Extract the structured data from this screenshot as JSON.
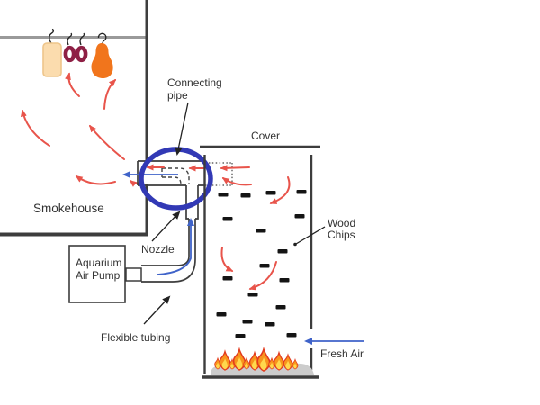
{
  "labels": {
    "smokehouse": "Smokehouse",
    "connecting_pipe": "Connecting\npipe",
    "cover": "Cover",
    "wood_chips": "Wood\nChips",
    "nozzle": "Nozzle",
    "air_pump": "Aquarium\nAir Pump",
    "flexible_tubing": "Flexible tubing",
    "fresh_air": "Fresh Air"
  },
  "colors": {
    "smoke_arrow": "#e8544b",
    "air_arrow": "#3f63c9",
    "highlight_circle": "#3239b5",
    "structure_line": "#3d3d3d",
    "hanging_rod": "#9a9a9a",
    "meat_slab": "#fbdcae",
    "meat_slab_border": "#eec58a",
    "sausage_ring": "#8e2045",
    "ham": "#f1751c",
    "wood_chip": "#141414",
    "flame_outline": "#e23a1e",
    "flame_fill": "#f8941d",
    "flame_core": "#ffd84d",
    "ember_mound": "#cccccc",
    "label_text": "#333333"
  }
}
